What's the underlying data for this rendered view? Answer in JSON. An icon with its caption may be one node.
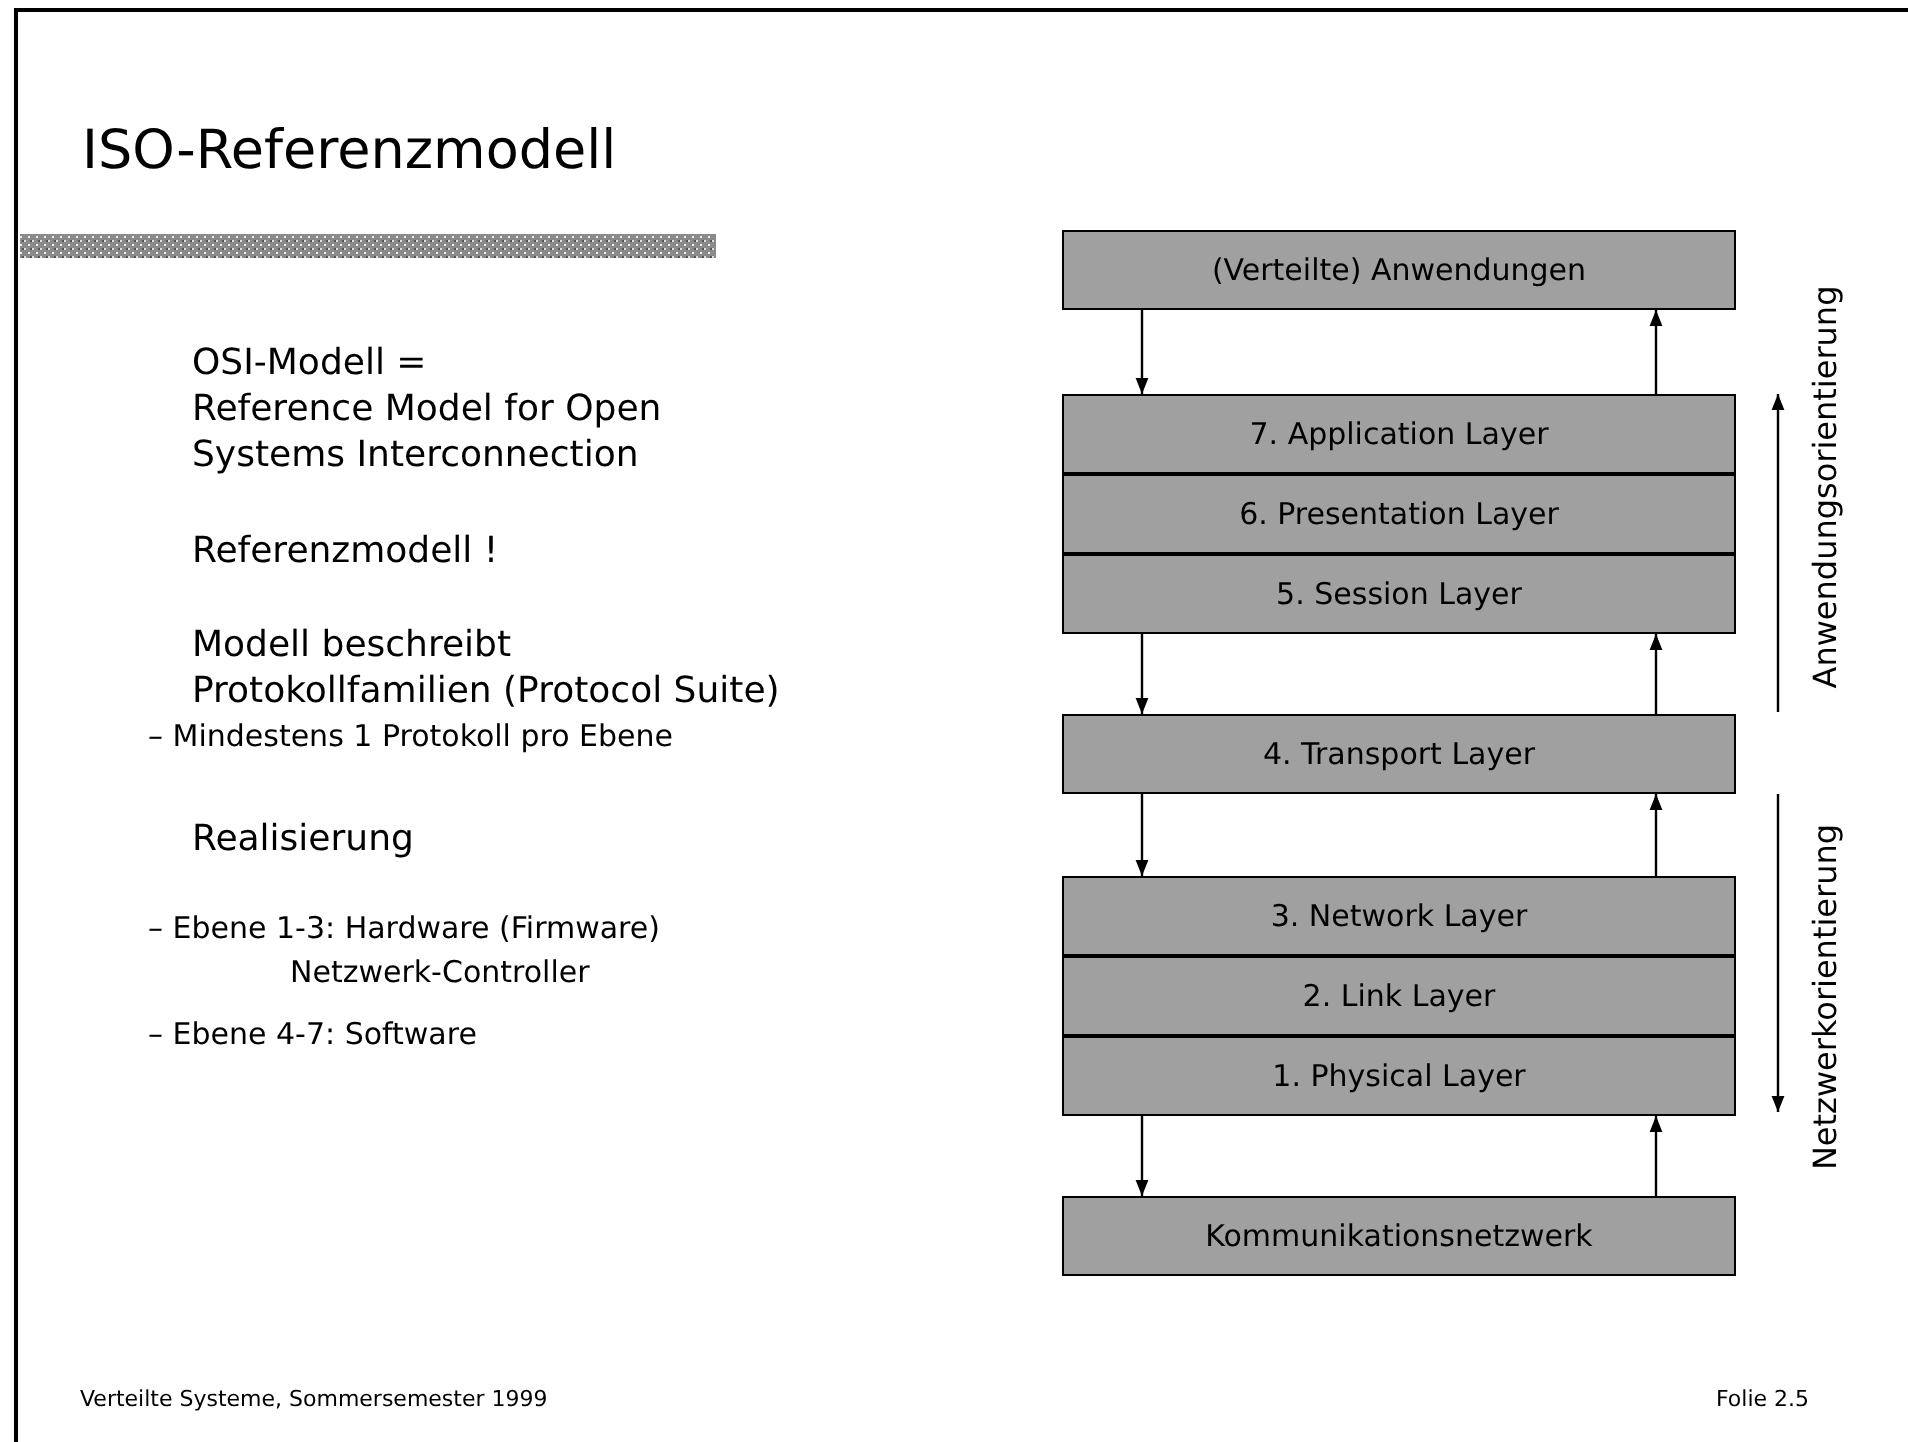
{
  "diagram": {
    "title": "ISO-Referenzmodell",
    "nodes": [
      {
        "text": [
          "(Verteilte) Anwendungen"
        ]
      },
      {
        "text": [
          "7. Application Layer"
        ]
      },
      {
        "text": [
          "6. Presentation Layer"
        ]
      },
      {
        "text": [
          "5. Session Layer"
        ]
      },
      {
        "text": [
          "4. Transport Layer"
        ]
      },
      {
        "text": [
          "3. Network Layer"
        ]
      },
      {
        "text": [
          "2. Link Layer"
        ]
      },
      {
        "text": [
          "1. Physical Layer"
        ]
      },
      {
        "text": [
          "Kommunikationsnetzwerk"
        ]
      }
    ],
    "edges": [
      {
        "from": 0,
        "to": 1,
        "arrow": "to"
      },
      {
        "from": 1,
        "to": 0,
        "arrow": "to"
      },
      {
        "from": 3,
        "to": 4,
        "arrow": "to"
      },
      {
        "from": 4,
        "to": 3,
        "arrow": "to"
      },
      {
        "from": 4,
        "to": 5,
        "arrow": "to"
      },
      {
        "from": 5,
        "to": 4,
        "arrow": "to"
      },
      {
        "from": 7,
        "to": 8,
        "arrow": "to"
      },
      {
        "from": 8,
        "to": 7,
        "arrow": "to"
      }
    ],
    "labels": [
      "OSI-Modell =",
      "Reference Model for Open Systems Interconnection",
      "Referenzmodell !",
      "Modell beschreibt Protokollfamilien (Protocol Suite)",
      "– Mindestens 1 Protokoll pro Ebene",
      "Realisierung",
      "– Ebene 1-3: Hardware (Firmware)",
      "Netzwerk-Controller",
      "– Ebene 4-7: Software",
      "Anwendungsorientierung",
      "Netzwerkorientierung",
      "Verteilte Systeme, Sommersemester 1999",
      "Folie 2.5"
    ]
  }
}
